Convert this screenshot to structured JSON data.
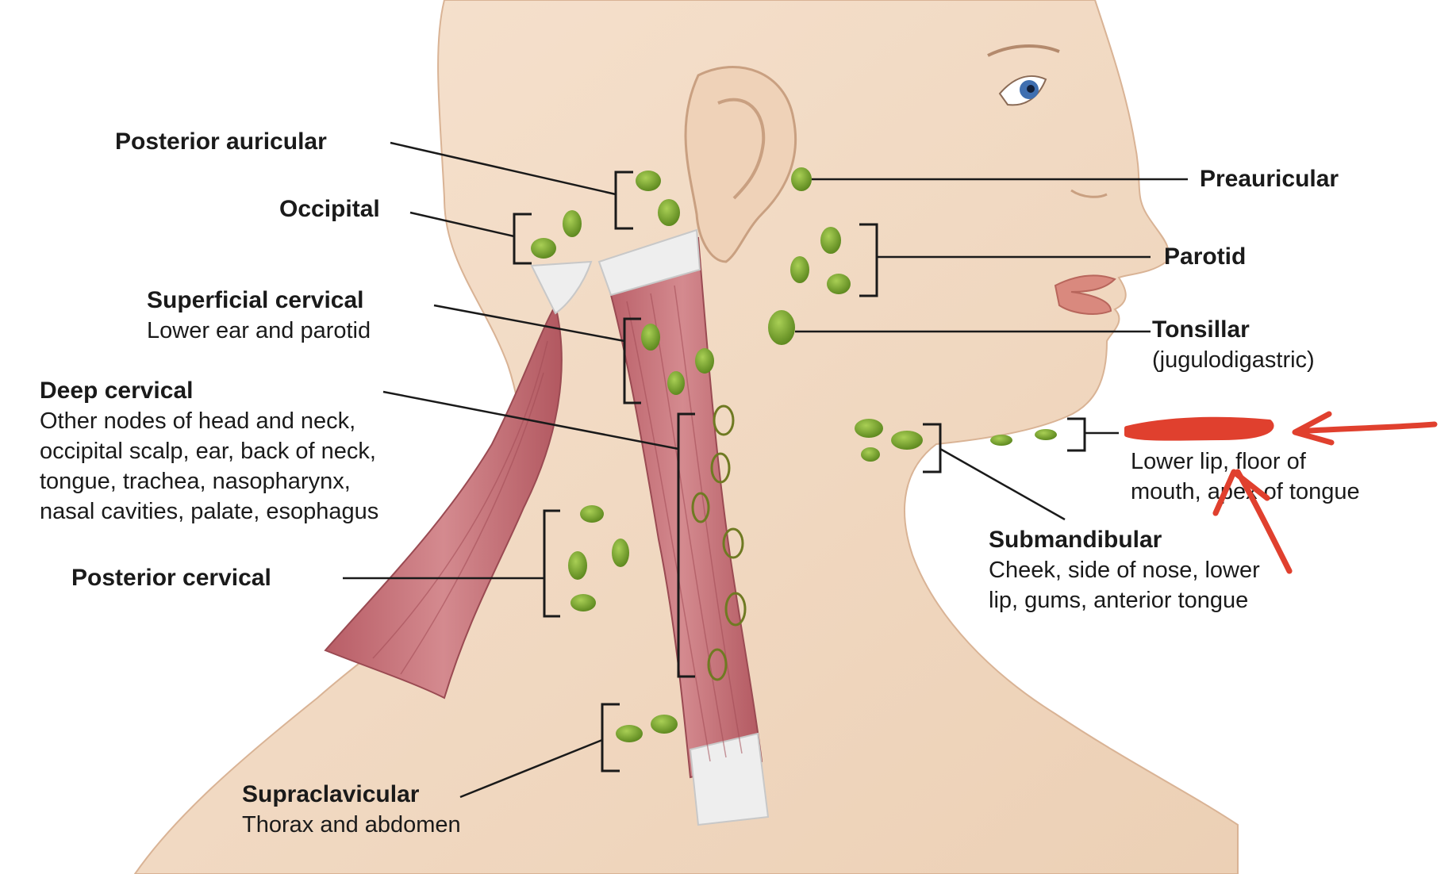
{
  "labels": {
    "posterior_auricular": {
      "title": "Posterior auricular"
    },
    "occipital": {
      "title": "Occipital"
    },
    "superficial_cervical": {
      "title": "Superficial cervical",
      "desc": "Lower ear and parotid"
    },
    "deep_cervical": {
      "title": "Deep cervical",
      "desc": [
        "Other nodes of head and neck,",
        "occipital scalp, ear, back of neck,",
        "tongue, trachea, nasopharynx,",
        "nasal cavities, palate, esophagus"
      ]
    },
    "posterior_cervical": {
      "title": "Posterior cervical"
    },
    "supraclavicular": {
      "title": "Supraclavicular",
      "desc": "Thorax and abdomen"
    },
    "preauricular": {
      "title": "Preauricular"
    },
    "parotid": {
      "title": "Parotid"
    },
    "tonsillar": {
      "title": "Tonsillar",
      "desc": "(jugulodigastric)"
    },
    "submental": {
      "desc": [
        "Lower lip, floor of",
        "mouth, apex of tongue"
      ]
    },
    "submandibular": {
      "title": "Submandibular",
      "desc": [
        "Cheek, side of nose, lower",
        "lip, gums, anterior tongue"
      ]
    }
  },
  "colors": {
    "skin": "#f3dcc7",
    "skin_shadow": "#e8c5a6",
    "muscle": "#c9737a",
    "muscle_dark": "#a9545c",
    "tendon": "#eeeeee",
    "node": "#6f9a2a",
    "node_light": "#9cc24a",
    "leader": "#1a1a1a",
    "annotation_red": "#e0402e"
  }
}
